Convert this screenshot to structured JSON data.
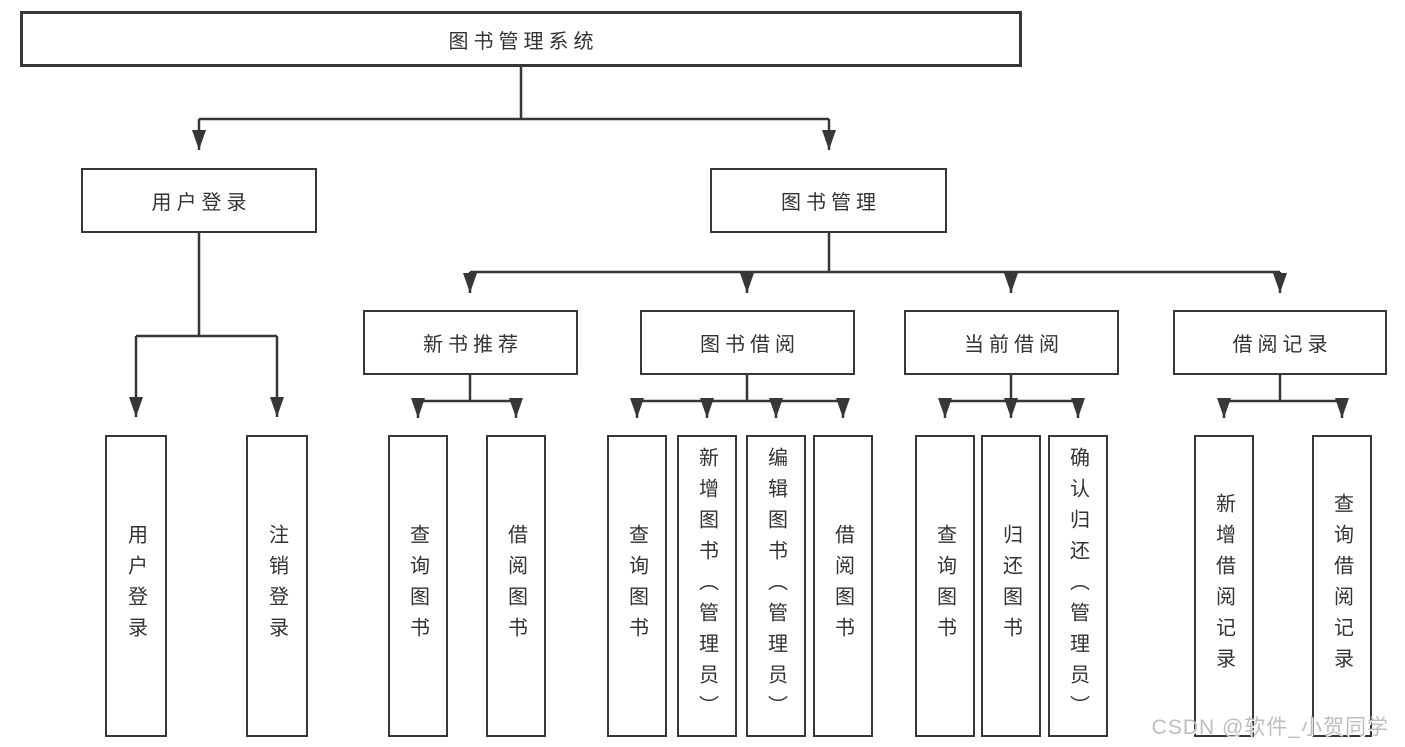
{
  "title": "图书管理系统",
  "watermark": "CSDN @软件_小贺同学",
  "colors": {
    "background": "#ffffff",
    "line": "#373737",
    "box_border": "#373737",
    "text": "#333333",
    "watermark": "#bababa"
  },
  "tree": {
    "root": {
      "label": "图书管理系统",
      "children": [
        {
          "label": "用户登录",
          "children": [
            {
              "label": "用户登录"
            },
            {
              "label": "注销登录"
            }
          ]
        },
        {
          "label": "图书管理",
          "children": [
            {
              "label": "新书推荐",
              "children": [
                {
                  "label": "查询图书"
                },
                {
                  "label": "借阅图书"
                }
              ]
            },
            {
              "label": "图书借阅",
              "children": [
                {
                  "label": "查询图书"
                },
                {
                  "label": "新增图书（管理员）"
                },
                {
                  "label": "编辑图书（管理员）"
                },
                {
                  "label": "借阅图书"
                }
              ]
            },
            {
              "label": "当前借阅",
              "children": [
                {
                  "label": "查询图书"
                },
                {
                  "label": "归还图书"
                },
                {
                  "label": "确认归还（管理员）"
                }
              ]
            },
            {
              "label": "借阅记录",
              "children": [
                {
                  "label": "新增借阅记录"
                },
                {
                  "label": "查询借阅记录"
                }
              ]
            }
          ]
        }
      ]
    }
  }
}
